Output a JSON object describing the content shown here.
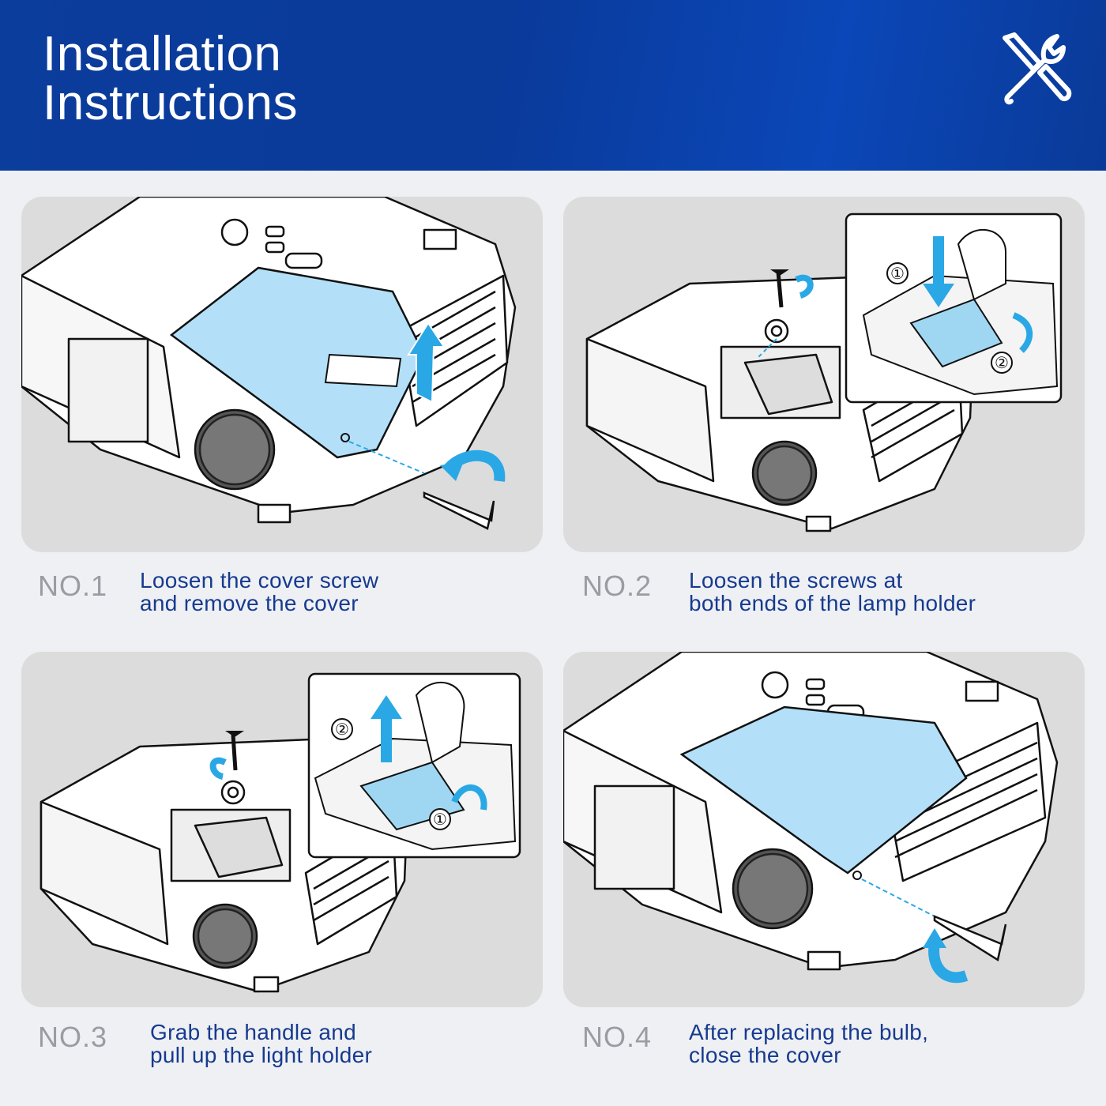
{
  "header": {
    "title_line1": "Installation",
    "title_line2": "Instructions",
    "icon": "tools-icon"
  },
  "steps": [
    {
      "number": "NO.1",
      "line1": "Loosen the cover screw",
      "line2": "and remove the cover"
    },
    {
      "number": "NO.2",
      "line1": "Loosen the screws at",
      "line2": "both ends of the lamp holder"
    },
    {
      "number": "NO.3",
      "line1": "Grab the handle and",
      "line2": "pull up the light holder"
    },
    {
      "number": "NO.4",
      "line1": "After replacing the bulb,",
      "line2": "close the cover"
    }
  ],
  "callouts": {
    "circle_1": "①",
    "circle_2": "②"
  },
  "colors": {
    "header_blue": "#0b3d9c",
    "accent_blue": "#2aa8e6",
    "cover_blue": "#b3e0f8",
    "text_blue": "#173a8f",
    "step_gray": "#9a9ca4"
  }
}
